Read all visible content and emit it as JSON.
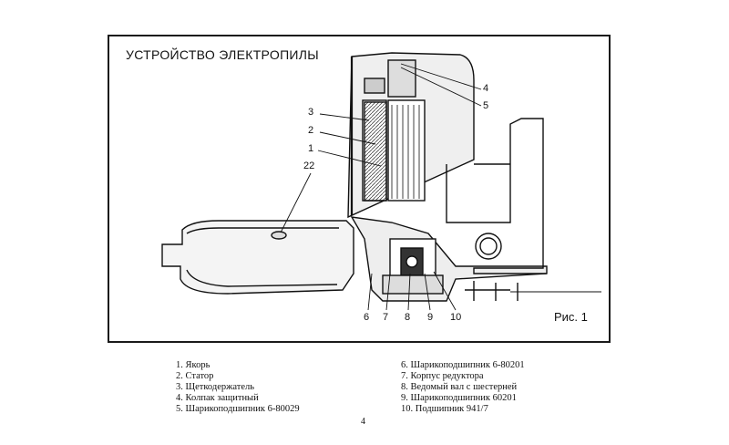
{
  "title": "УСТРОЙСТВО ЭЛЕКТРОПИЛЫ",
  "figure_label": "Рис. 1",
  "callouts": [
    "1",
    "2",
    "3",
    "4",
    "5",
    "6",
    "7",
    "8",
    "9",
    "10",
    "22"
  ],
  "legend_left": [
    "1. Якорь",
    "2. Статор",
    "3. Щеткодержатель",
    "4. Колпак защитный",
    "5. Шарикоподшипник 6-80029"
  ],
  "legend_right": [
    "6. Шарикоподшипник 6-80201",
    "7. Корпус редуктора",
    "8. Ведомый вал с шестерней",
    "9. Шарикоподшипник 60201",
    "10. Подшипник 941/7"
  ],
  "page_number": "4"
}
